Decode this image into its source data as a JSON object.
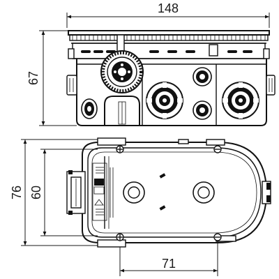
{
  "dimensions": {
    "top_width": "148",
    "top_height": "67",
    "bottom_outer_height": "76",
    "bottom_inner_height": "60",
    "bottom_center_distance": "71"
  },
  "colors": {
    "line": "#111111",
    "background": "#ffffff"
  }
}
